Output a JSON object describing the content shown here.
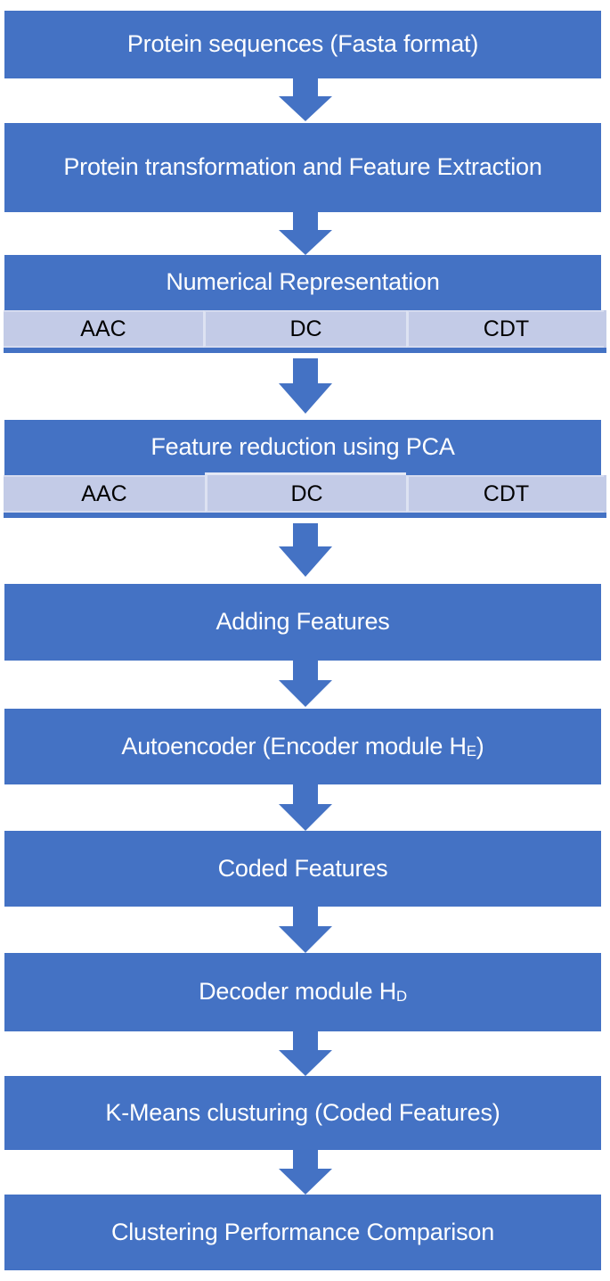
{
  "diagram": {
    "title": "Protein sequence clustering pipeline flowchart",
    "type": "flowchart",
    "orientation": "vertical-top-to-bottom",
    "colors": {
      "box_fill": "#4472c4",
      "box_text": "#ffffff",
      "subcell_fill": "#c3cbe7",
      "subcell_text": "#000000",
      "arrow_fill": "#4472c4",
      "background": "#ffffff"
    },
    "nodes": [
      {
        "id": "protein-sequences",
        "label": "Protein sequences (Fasta format)"
      },
      {
        "id": "protein-transformation",
        "label": "Protein transformation and Feature Extraction"
      },
      {
        "id": "numerical-representation",
        "label": "Numerical Representation",
        "subcells": [
          "AAC",
          "DC",
          "CDT"
        ]
      },
      {
        "id": "feature-reduction-pca",
        "label": "Feature reduction using PCA",
        "subcells": [
          "AAC",
          "DC",
          "CDT"
        ]
      },
      {
        "id": "adding-features",
        "label": "Adding Features"
      },
      {
        "id": "autoencoder-encoder",
        "label_parts": [
          "Autoencoder (Encoder module H",
          "E",
          ")"
        ]
      },
      {
        "id": "coded-features",
        "label": "Coded Features"
      },
      {
        "id": "decoder-module",
        "label_parts": [
          "Decoder module H",
          "D",
          ""
        ]
      },
      {
        "id": "kmeans-clustering",
        "label": "K-Means clusturing (Coded Features)"
      },
      {
        "id": "clustering-performance",
        "label": "Clustering Performance Comparison"
      }
    ],
    "arrows": [
      {
        "from": "protein-sequences",
        "to": "protein-transformation"
      },
      {
        "from": "protein-transformation",
        "to": "numerical-representation"
      },
      {
        "from": "numerical-representation",
        "to": "feature-reduction-pca"
      },
      {
        "from": "feature-reduction-pca",
        "to": "adding-features"
      },
      {
        "from": "adding-features",
        "to": "autoencoder-encoder"
      },
      {
        "from": "autoencoder-encoder",
        "to": "coded-features"
      },
      {
        "from": "coded-features",
        "to": "decoder-module"
      },
      {
        "from": "decoder-module",
        "to": "kmeans-clustering"
      },
      {
        "from": "kmeans-clustering",
        "to": "clustering-performance"
      }
    ]
  }
}
